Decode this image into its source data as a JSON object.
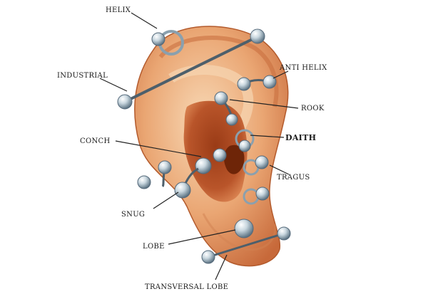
{
  "labels": {
    "helix": "HELIX",
    "industrial": "INDUSTRIAL",
    "anti_helix": "ANTI HELIX",
    "rook": "ROOK",
    "daith": "DAITH",
    "conch": "CONCH",
    "tragus": "TRAGUS",
    "snug": "SNUG",
    "lobe": "LOBE",
    "transversal_lobe": "TRANSVERSAL LOBE"
  },
  "colors": {
    "skin_light": "#f4c49a",
    "skin_mid": "#e79b63",
    "skin_dark": "#b8502a",
    "cavity": "#8a3412",
    "jewelry": "#c9d7df",
    "jewelry_shade": "#6c8494",
    "leader": "#222222"
  }
}
